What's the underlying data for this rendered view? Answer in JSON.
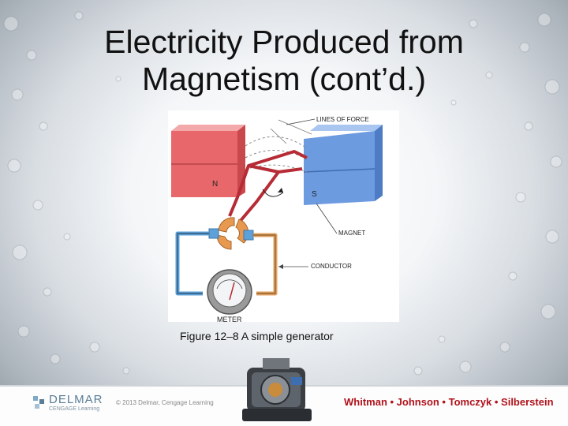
{
  "slide": {
    "title_line1": "Electricity Produced from",
    "title_line2": "Magnetism (cont’d.)"
  },
  "figure": {
    "labels": {
      "lines_of_force": "LINES OF FORCE",
      "north": "N",
      "south": "S",
      "magnet": "MAGNET",
      "conductor": "CONDUCTOR",
      "meter": "METER"
    },
    "caption_number": "Figure 12–8",
    "caption_text": " A simple generator",
    "colors": {
      "north_magnet": "#e8676a",
      "south_magnet": "#6d9be0",
      "conductor": "#b62b35",
      "brush": "#5ea1d8",
      "commutator": "#e79a4f"
    }
  },
  "footer": {
    "publisher_name": "DELMAR",
    "publisher_sub": "CENGAGE Learning",
    "copyright": "© 2013 Delmar, Cengage Learning",
    "authors": "Whitman • Johnson • Tomczyk • Silberstein"
  }
}
